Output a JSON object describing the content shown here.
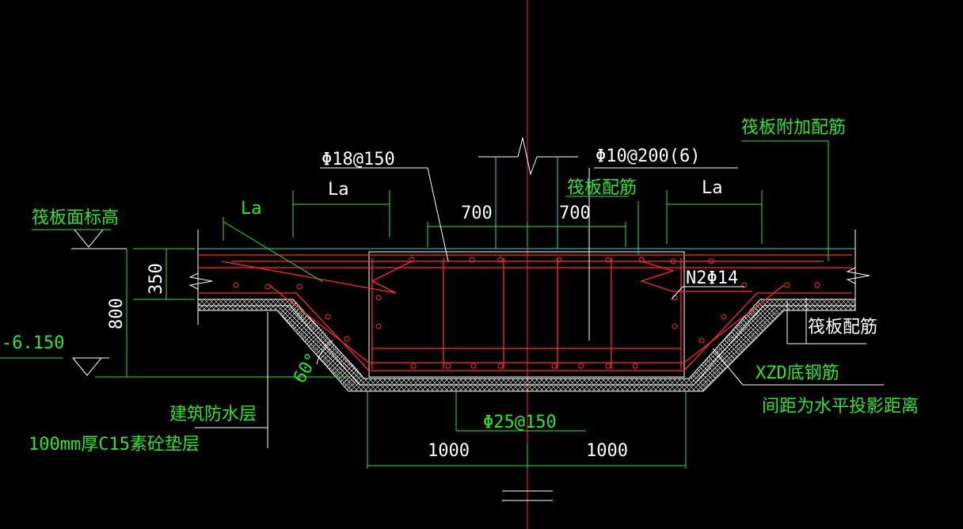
{
  "colors": {
    "background": "#000000",
    "dimension": "#2ee52e",
    "outline": "#ffffff",
    "rebar": "#ff2a2a",
    "slab_top": "#2fd2d2"
  },
  "labels": {
    "slab_top_elevation": "筏板面标高",
    "elevation_value": "-6.150",
    "waterproof": "建筑防水层",
    "cushion": "100mm厚C15素砼垫层",
    "top_bar": "Φ18@150",
    "stirrup": "Φ10@200(6)",
    "extra_bar": "筏板附加配筋",
    "slab_rebar_top": "筏板配筋",
    "slab_rebar_right": "筏板配筋",
    "n2_bar": "N2Φ14",
    "xzd_bar": "XZD底钢筋",
    "spacing_note": "间距为水平投影距离",
    "bottom_bar": "Φ25@150",
    "angle": "60°"
  },
  "dimensions": {
    "la_left": "La",
    "la_mid": "La",
    "la_right": "La",
    "dim_700_left": "700",
    "dim_700_right": "700",
    "dim_350": "350",
    "dim_800": "800",
    "dim_1000_left": "1000",
    "dim_1000_right": "1000"
  }
}
